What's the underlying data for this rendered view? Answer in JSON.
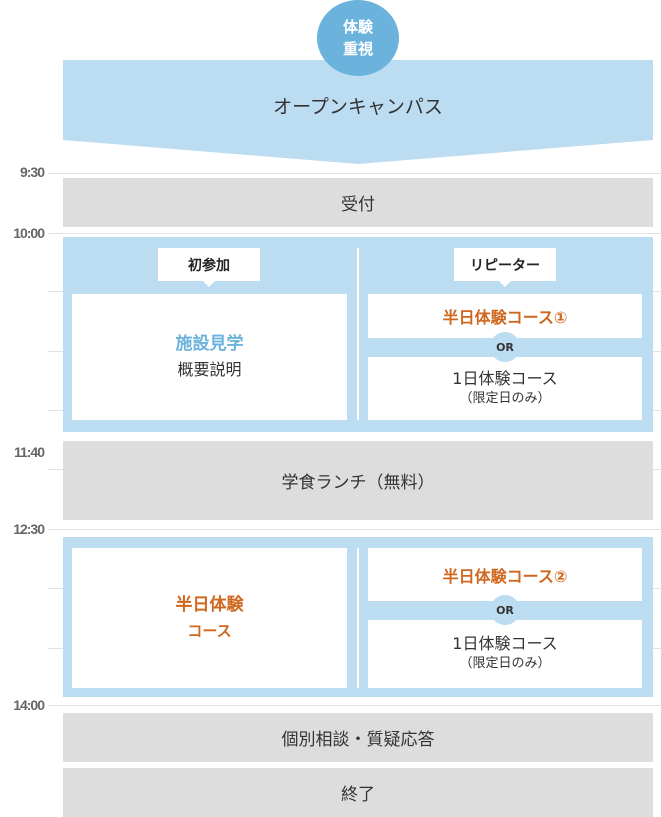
{
  "badge": {
    "line1": "体験",
    "line2": "重視"
  },
  "header": {
    "title": "オープンキャンパス"
  },
  "times": [
    "9:30",
    "10:00",
    "11:40",
    "12:30",
    "14:00"
  ],
  "reception": "受付",
  "session1": {
    "tag_left": "初参加",
    "tag_right": "リピーター",
    "left_title": "施設見学",
    "left_sub": "概要説明",
    "right_top": "半日体験コース①",
    "or": "OR",
    "right_bottom": "1日体験コース",
    "right_bottom_note": "（限定日のみ）"
  },
  "lunch": "学食ランチ（無料）",
  "session2": {
    "left_title": "半日体験",
    "left_sub": "コース",
    "right_top": "半日体験コース②",
    "or": "OR",
    "right_bottom": "1日体験コース",
    "right_bottom_note": "（限定日のみ）"
  },
  "consult": "個別相談・質疑応答",
  "end": "終了",
  "colors": {
    "accent_blue": "#6bb3dd",
    "light_blue": "#bcdcf2",
    "orange": "#d0671e",
    "gray": "#dddddd"
  }
}
